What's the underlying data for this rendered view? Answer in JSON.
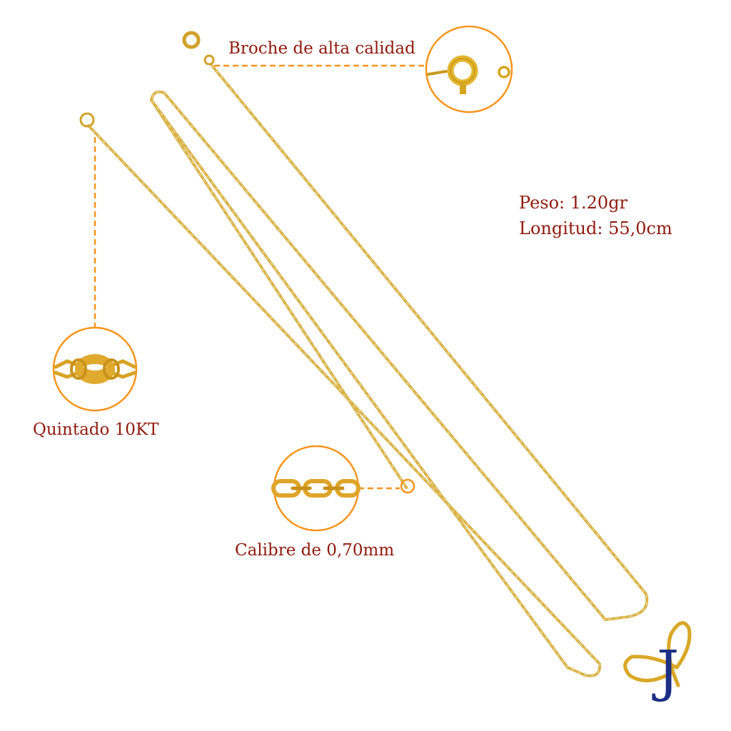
{
  "product": {
    "features": {
      "clasp_label": "Broche de alta calidad",
      "gold_label": "Quintado 10KT",
      "gauge_label": "Calibre de 0,70mm"
    },
    "specs": {
      "weight": "Peso: 1.20gr",
      "length": "Longitud: 55,0cm"
    }
  },
  "logo": {
    "letter": "J",
    "gold_color": "#d9a726",
    "blue_color": "#1c2f86"
  },
  "colors": {
    "callout": "#f7941d",
    "label_text": "#8f1a0e",
    "chain": "#d9b34a"
  },
  "icons": [
    "clasp-detail-icon",
    "puffed-link-detail-icon",
    "cable-link-detail-icon",
    "brand-logo-icon"
  ]
}
